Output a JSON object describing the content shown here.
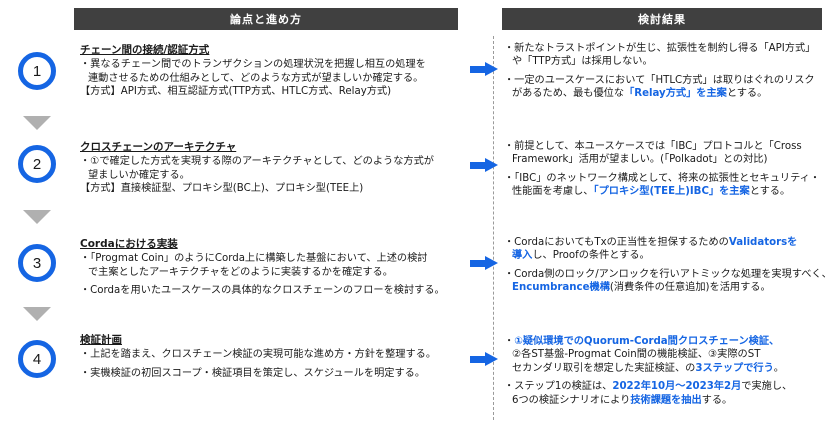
{
  "header": {
    "left": "論点と進め方",
    "right": "検討結果"
  },
  "steps": [
    {
      "number": "1",
      "title": "チェーン間の接続/認証方式",
      "lines": [
        "・異なるチェーン間でのトランザクションの処理状況を把握し相互の処理を",
        "連動させるための仕組みとして、どのような方式が望ましいか確定する。",
        "【方式】API方式、相互認証方式(TTP方式、HTLC方式、Relay方式)"
      ]
    },
    {
      "number": "2",
      "title": "クロスチェーンのアーキテクチャ",
      "lines": [
        "・①で確定した方式を実現する際のアーキテクチャとして、どのような方式が",
        "望ましいか確定する。",
        "【方式】直接検証型、プロキシ型(BC上)、プロキシ型(TEE上)"
      ]
    },
    {
      "number": "3",
      "title": "Cordaにおける実装",
      "lines": [
        "・「Progmat Coin」のようにCorda上に構築した基盤において、上述の検討",
        "で主案としたアーキテクチャをどのように実装するかを確定する。",
        "・Cordaを用いたユースケースの具体的なクロスチェーンのフローを検討する。"
      ]
    },
    {
      "number": "4",
      "title": "検証計画",
      "lines": [
        "・上記を踏まえ、クロスチェーン検証の実現可能な進め方・方針を整理する。",
        "・実機検証の初回スコープ・検証項目を策定し、スケジュールを明定する。"
      ]
    }
  ],
  "results": [
    {
      "bullets": [
        {
          "parts": [
            [
              "・新たなトラストポイントが生じ、拡張性を制約し得る「API方式」",
              false
            ],
            [
              "|br|",
              false
            ],
            [
              "や「TTP方式」は採用しない。",
              false
            ]
          ]
        },
        {
          "parts": [
            [
              "・一定のユースケースにおいて「HTLC方式」は取りはぐれのリスク",
              false
            ],
            [
              "|br|",
              false
            ],
            [
              "があるため、最も優位な",
              false
            ],
            [
              "「Relay方式」を主案",
              true
            ],
            [
              "とする。",
              false
            ]
          ]
        }
      ]
    },
    {
      "bullets": [
        {
          "parts": [
            [
              "・前提として、本ユースケースでは「IBC」プロトコルと「Cross",
              false
            ],
            [
              "|br|",
              false
            ],
            [
              "Framework」活用が望ましい。(「Polkadot」との対比)",
              false
            ]
          ]
        },
        {
          "parts": [
            [
              "・「IBC」のネットワーク構成として、将来の拡張性とセキュリティ・",
              false
            ],
            [
              "|br|",
              false
            ],
            [
              "性能面を考慮し、",
              false
            ],
            [
              "「プロキシ型(TEE上)IBC」を主案",
              true
            ],
            [
              "とする。",
              false
            ]
          ]
        }
      ]
    },
    {
      "bullets": [
        {
          "parts": [
            [
              "・CordaにおいてもTxの正当性を担保するための",
              false
            ],
            [
              "Validatorsを",
              true
            ],
            [
              "|br|",
              false
            ],
            [
              "導入",
              true
            ],
            [
              "し、Proofの条件とする。",
              false
            ]
          ]
        },
        {
          "parts": [
            [
              "・Corda側のロック/アンロックを行いアトミックな処理を実現すべく、",
              false
            ],
            [
              "|br|",
              false
            ],
            [
              "Encumbrance機構",
              true
            ],
            [
              "(消費条件の任意追加)を活用する。",
              false
            ]
          ]
        }
      ]
    },
    {
      "bullets": [
        {
          "parts": [
            [
              "・",
              false
            ],
            [
              "①疑似環境でのQuorum-Corda間クロスチェーン検証、",
              true
            ],
            [
              "|br|",
              false
            ],
            [
              "②各ST基盤-Progmat Coin間の機能検証、③実際のST",
              false
            ],
            [
              "|br|",
              false
            ],
            [
              "セカンダリ取引を想定した実証検証、の",
              false
            ],
            [
              "3ステップで行う",
              true
            ],
            [
              "。",
              false
            ]
          ]
        },
        {
          "parts": [
            [
              "・ステップ1の検証は、",
              false
            ],
            [
              "2022年10月～2023年2月",
              true
            ],
            [
              "で実施し、",
              false
            ],
            [
              "|br|",
              false
            ],
            [
              "6つの検証シナリオにより",
              false
            ],
            [
              "技術課題を抽出",
              true
            ],
            [
              "する。",
              false
            ]
          ]
        }
      ]
    }
  ],
  "colors": {
    "accent": "#1565e3",
    "header_bg": "#404040",
    "arrow_gray": "#b0b0b0"
  }
}
